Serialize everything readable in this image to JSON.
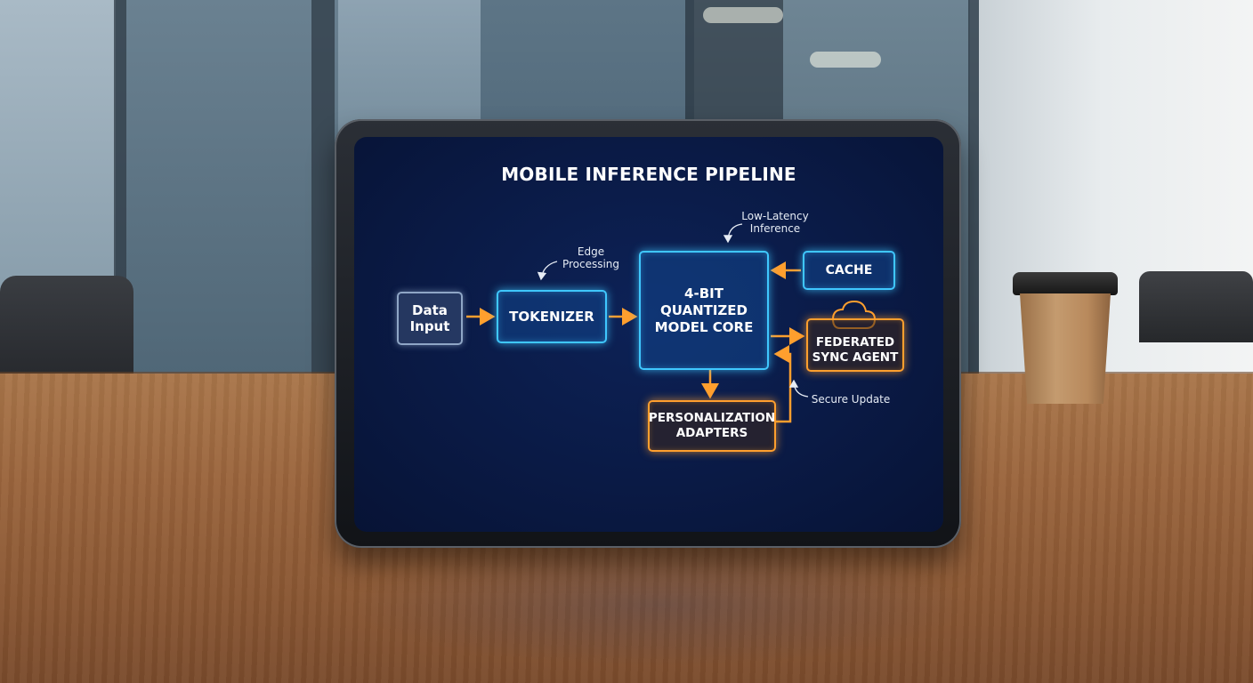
{
  "diagram": {
    "title": "MOBILE INFERENCE PIPELINE",
    "nodes": {
      "data_input": "Data\nInput",
      "tokenizer": "TOKENIZER",
      "model_core": "4-BIT\nQUANTIZED\nMODEL CORE",
      "cache": "CACHE",
      "federated": "FEDERATED\nSYNC AGENT",
      "adapters": "PERSONALIZATION\nADAPTERS"
    },
    "annotations": {
      "edge_processing": "Edge\nProcessing",
      "low_latency": "Low-Latency\nInference",
      "secure_update": "Secure Update"
    },
    "colors": {
      "screen_bg": "#0a1a45",
      "blue_node": "#3fc7ff",
      "orange_node": "#ff9f2e",
      "arrow": "#ff9f2e"
    },
    "icons": [
      "cloud-icon"
    ]
  }
}
